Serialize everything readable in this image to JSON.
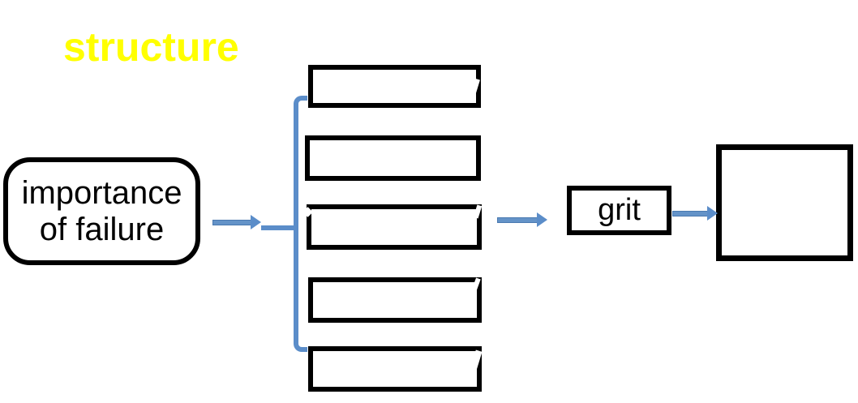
{
  "slide": {
    "title": "structure"
  },
  "nodes": {
    "importance": {
      "line1": "importance",
      "line2": "of failure"
    },
    "grit": {
      "label": "grit"
    }
  },
  "colors": {
    "title_text": "#ffff00",
    "connector_blue": "#5b8dc9",
    "shape_border": "#000000",
    "background": "#ffffff"
  }
}
